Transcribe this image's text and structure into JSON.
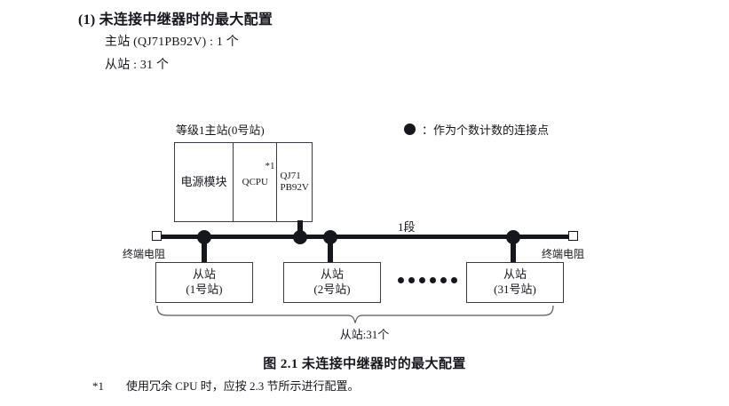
{
  "section": {
    "number": "(1)",
    "title": "未连接中继器时的最大配置",
    "lines": [
      "主站 (QJ71PB92V) : 1 个",
      "从站 : 31 个"
    ]
  },
  "diagram": {
    "master": {
      "label": "等级1主站(0号站)",
      "modules": [
        {
          "name": "power-module",
          "text": "电源模块"
        },
        {
          "name": "cpu-module",
          "text": "QCPU",
          "footnote_mark": "*1"
        },
        {
          "name": "network-module",
          "line1": "QJ71",
          "line2": "PB92V"
        }
      ]
    },
    "legend": {
      "marker": "filled-circle",
      "separator": "：",
      "text": "作为个数计数的连接点"
    },
    "bus": {
      "segment_label": "1段",
      "terminal_left_label": "终端电阻",
      "terminal_right_label": "终端电阻",
      "node_count": 4
    },
    "slaves": [
      {
        "title": "从站",
        "subtitle": "(1号站)"
      },
      {
        "title": "从站",
        "subtitle": "(2号站)"
      },
      {
        "title": "从站",
        "subtitle": "(31号站)"
      }
    ],
    "ellipsis_dot_count": 6,
    "brace_label": "从站:31个"
  },
  "caption": "图 2.1  未连接中继器时的最大配置",
  "footnote": {
    "mark": "*1",
    "text": "使用冗余 CPU 时，应按 2.3 节所示进行配置。"
  },
  "colors": {
    "ink": "#16161d",
    "line": "#3a3a45",
    "background": "#ffffff"
  }
}
